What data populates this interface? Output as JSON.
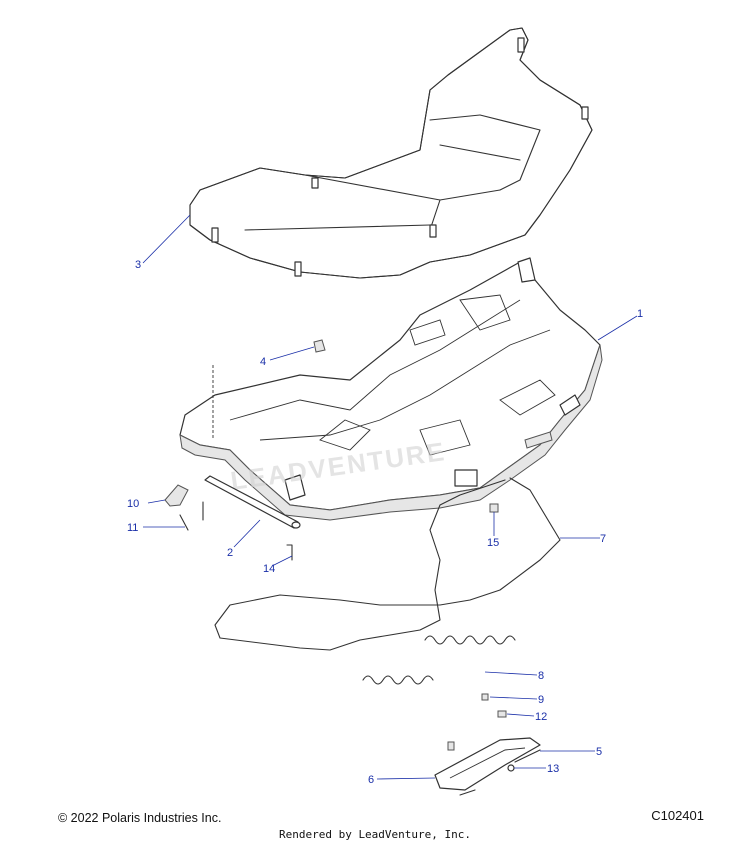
{
  "callouts": [
    "1",
    "2",
    "3",
    "4",
    "5",
    "6",
    "7",
    "8",
    "9",
    "10",
    "11",
    "12",
    "13",
    "14",
    "15"
  ],
  "watermark": "LEADVENTURE",
  "footer": {
    "copyright": "© 2022 Polaris Industries Inc.",
    "diagram_id": "C102401",
    "rendered_by": "Rendered by LeadVenture, Inc."
  }
}
